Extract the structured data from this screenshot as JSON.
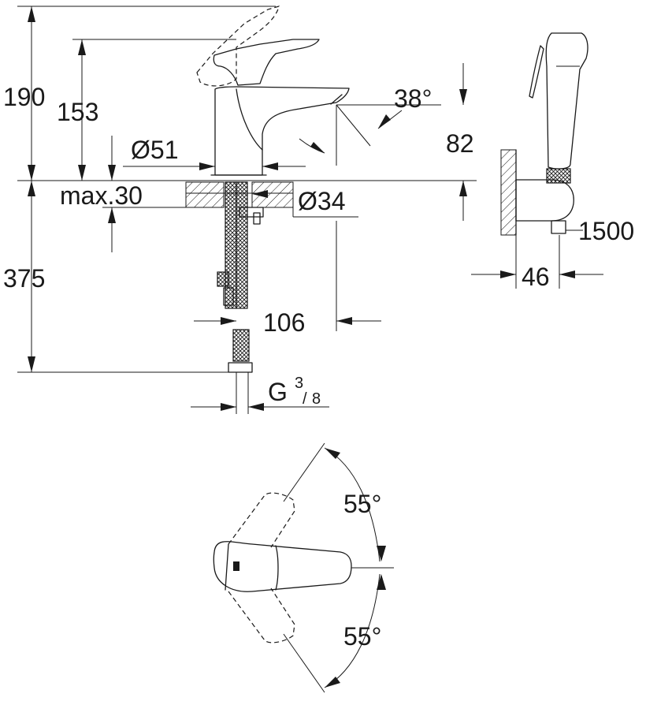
{
  "dimensions": {
    "height_total": "190",
    "height_handle": "153",
    "diameter_body": "Ø51",
    "max_thickness": "max.30",
    "diameter_hole": "Ø34",
    "angle_spout": "38°",
    "spout_height": "82",
    "below_counter": "375",
    "reach": "106",
    "thread_main": "G",
    "thread_num": "3",
    "thread_den": "8",
    "hose_length": "1500",
    "holder_depth": "46",
    "rotate_top": "55°",
    "rotate_bottom": "55°"
  },
  "colors": {
    "line": "#1a1a1a",
    "background": "#ffffff"
  }
}
